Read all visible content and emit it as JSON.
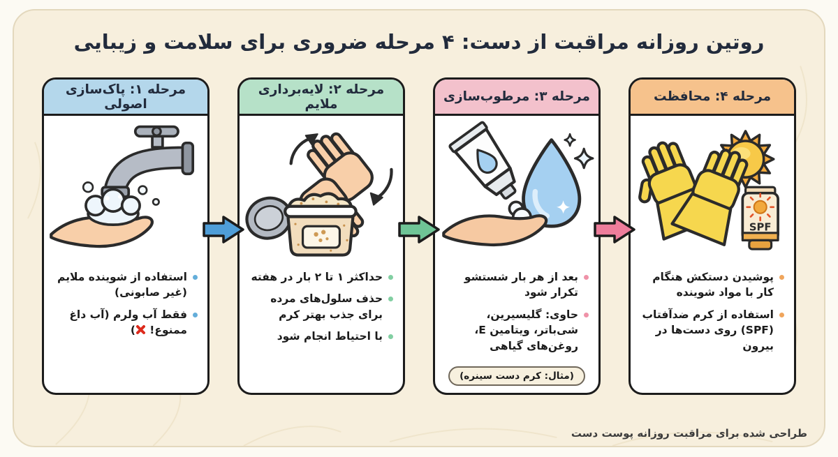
{
  "title": "روتین روزانه مراقبت از دست: ۴ مرحله ضروری برای سلامت و زیبایی",
  "footer": "طراحی شده برای مراقبت روزانه پوست دست",
  "steps": [
    {
      "header": "مرحله ۱: پاک‌سازی اصولی",
      "icon": "faucet-washing-hand",
      "bullets": [
        "استفاده از شوینده ملایم (غیر صابونی)",
        "فقط آب ولرم (آب داغ ممنوع! "
      ],
      "forbidden_mark": "✘",
      "forbidden_close": ")"
    },
    {
      "header": "مرحله ۲: لایه‌برداری ملایم",
      "icon": "hands-rubbing-and-scrub-jar",
      "bullets": [
        "حداکثر ۱ تا ۲ بار در هفته",
        "حذف سلول‌های مرده برای جذب بهتر کرم",
        "با احتیاط انجام شود"
      ]
    },
    {
      "header": "مرحله ۳: مرطوب‌سازی",
      "icon": "cream-tube-and-water-drop",
      "bullets": [
        "بعد از هر بار شستشو تکرار شود",
        "حاوی: گلیسیرین، شی‌باتر، ویتامین E، روغن‌های گیاهی"
      ],
      "example": "(مثال: کرم دست سینره)"
    },
    {
      "header": "مرحله ۴: محافظت",
      "icon": "gloves-sun-spf-tube",
      "bullets": [
        "پوشیدن دستکش هنگام کار با مواد شوینده",
        "استفاده از کرم ضدآفتاب (SPF) روی دست‌ها در بیرون"
      ],
      "spf_label": "SPF"
    }
  ],
  "icons": {
    "arrow": "flow-arrow-right",
    "forbidden": "red-x-mark"
  },
  "colors": {
    "page-bg": "#fcfaf3",
    "board-bg": "#f7efdd",
    "board-edge": "#e3d8bd",
    "card-bg": "#ffffff",
    "card-border": "#1c1c1c",
    "header-text": "#222b3c",
    "body-text": "#1b1b1b",
    "step1-header": "#b4d7eb",
    "step1-accent": "#64aeda",
    "step1-arrow": "#4f9ed8",
    "step2-header": "#b6e1c8",
    "step2-accent": "#82cfa2",
    "step2-arrow": "#6fc596",
    "step3-header": "#f3c1cc",
    "step3-accent": "#ef92a8",
    "step3-arrow": "#ee7d9b",
    "step4-header": "#f6c28c",
    "step4-accent": "#f0a55c",
    "forbidden-red": "#dd2a1c",
    "pill-bg": "#f7f0de",
    "pill-border": "#6f675a",
    "footer-text": "#3c3c3c"
  }
}
